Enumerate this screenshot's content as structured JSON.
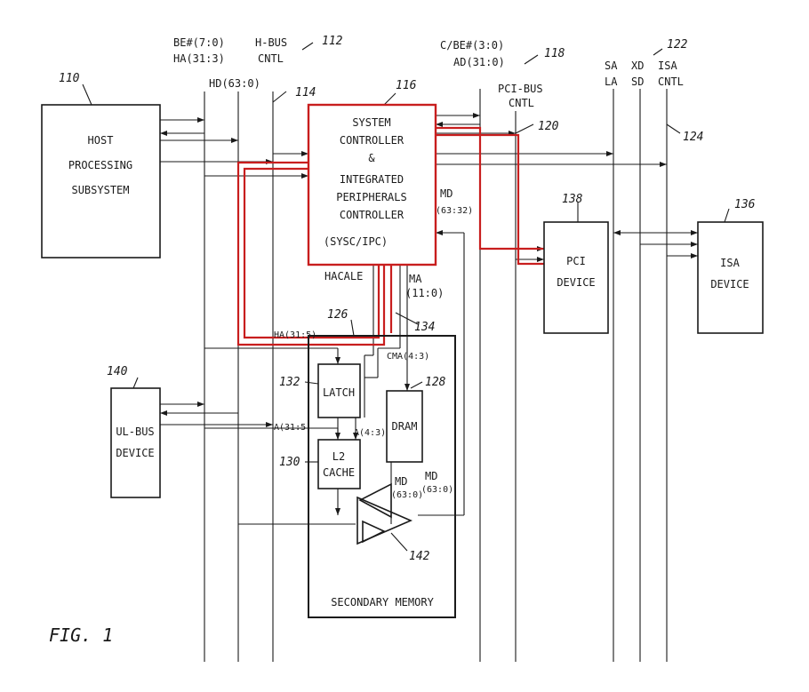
{
  "figure": {
    "caption": "FIG. 1"
  },
  "colors": {
    "ink": "#1a1a1a",
    "highlight": "#c81e1e",
    "background": "#ffffff"
  },
  "references": {
    "r110": "110",
    "r112": "112",
    "r114": "114",
    "r116": "116",
    "r118": "118",
    "r120": "120",
    "r122": "122",
    "r124": "124",
    "r126": "126",
    "r128": "128",
    "r130": "130",
    "r132": "132",
    "r134": "134",
    "r136": "136",
    "r138": "138",
    "r140": "140",
    "r142": "142"
  },
  "bus_labels": {
    "be": "BE#(7:0)",
    "ha": "HA(31:3)",
    "hd": "HD(63:0)",
    "hbus": "H-BUS",
    "hbus2": "CNTL",
    "cbe": "C/BE#(3:0)",
    "ad": "AD(31:0)",
    "pci": "PCI-BUS",
    "pci2": "CNTL",
    "sa": "SA",
    "la": "LA",
    "xd": "XD",
    "sd": "SD",
    "isa": "ISA",
    "isa2": "CNTL"
  },
  "blocks": {
    "host": [
      "HOST",
      "PROCESSING",
      "SUBSYSTEM"
    ],
    "sysc": [
      "SYSTEM",
      "CONTROLLER",
      "&",
      "INTEGRATED",
      "PERIPHERALS",
      "CONTROLLER",
      "(SYSC/IPC)"
    ],
    "pci_device": [
      "PCI",
      "DEVICE"
    ],
    "isa_device": [
      "ISA",
      "DEVICE"
    ],
    "ul_device": [
      "UL-BUS",
      "DEVICE"
    ],
    "latch": "LATCH",
    "dram": "DRAM",
    "cache": [
      "L2",
      "CACHE"
    ],
    "secondary_memory": "SECONDARY MEMORY"
  },
  "signals": {
    "md_top": "MD",
    "md_top2": "(63:32)",
    "hacale": "HACALE",
    "ma": "MA",
    "ma2": "(11:0)",
    "ha_315": "HA(31:5)",
    "cma": "CMA(4:3)",
    "a_315": "A(31:5)",
    "a_43": "A(4:3)",
    "md_low": "MD",
    "md_low2": "(63:0)",
    "md_dram": "MD",
    "md_dram2": "(63:0)"
  }
}
